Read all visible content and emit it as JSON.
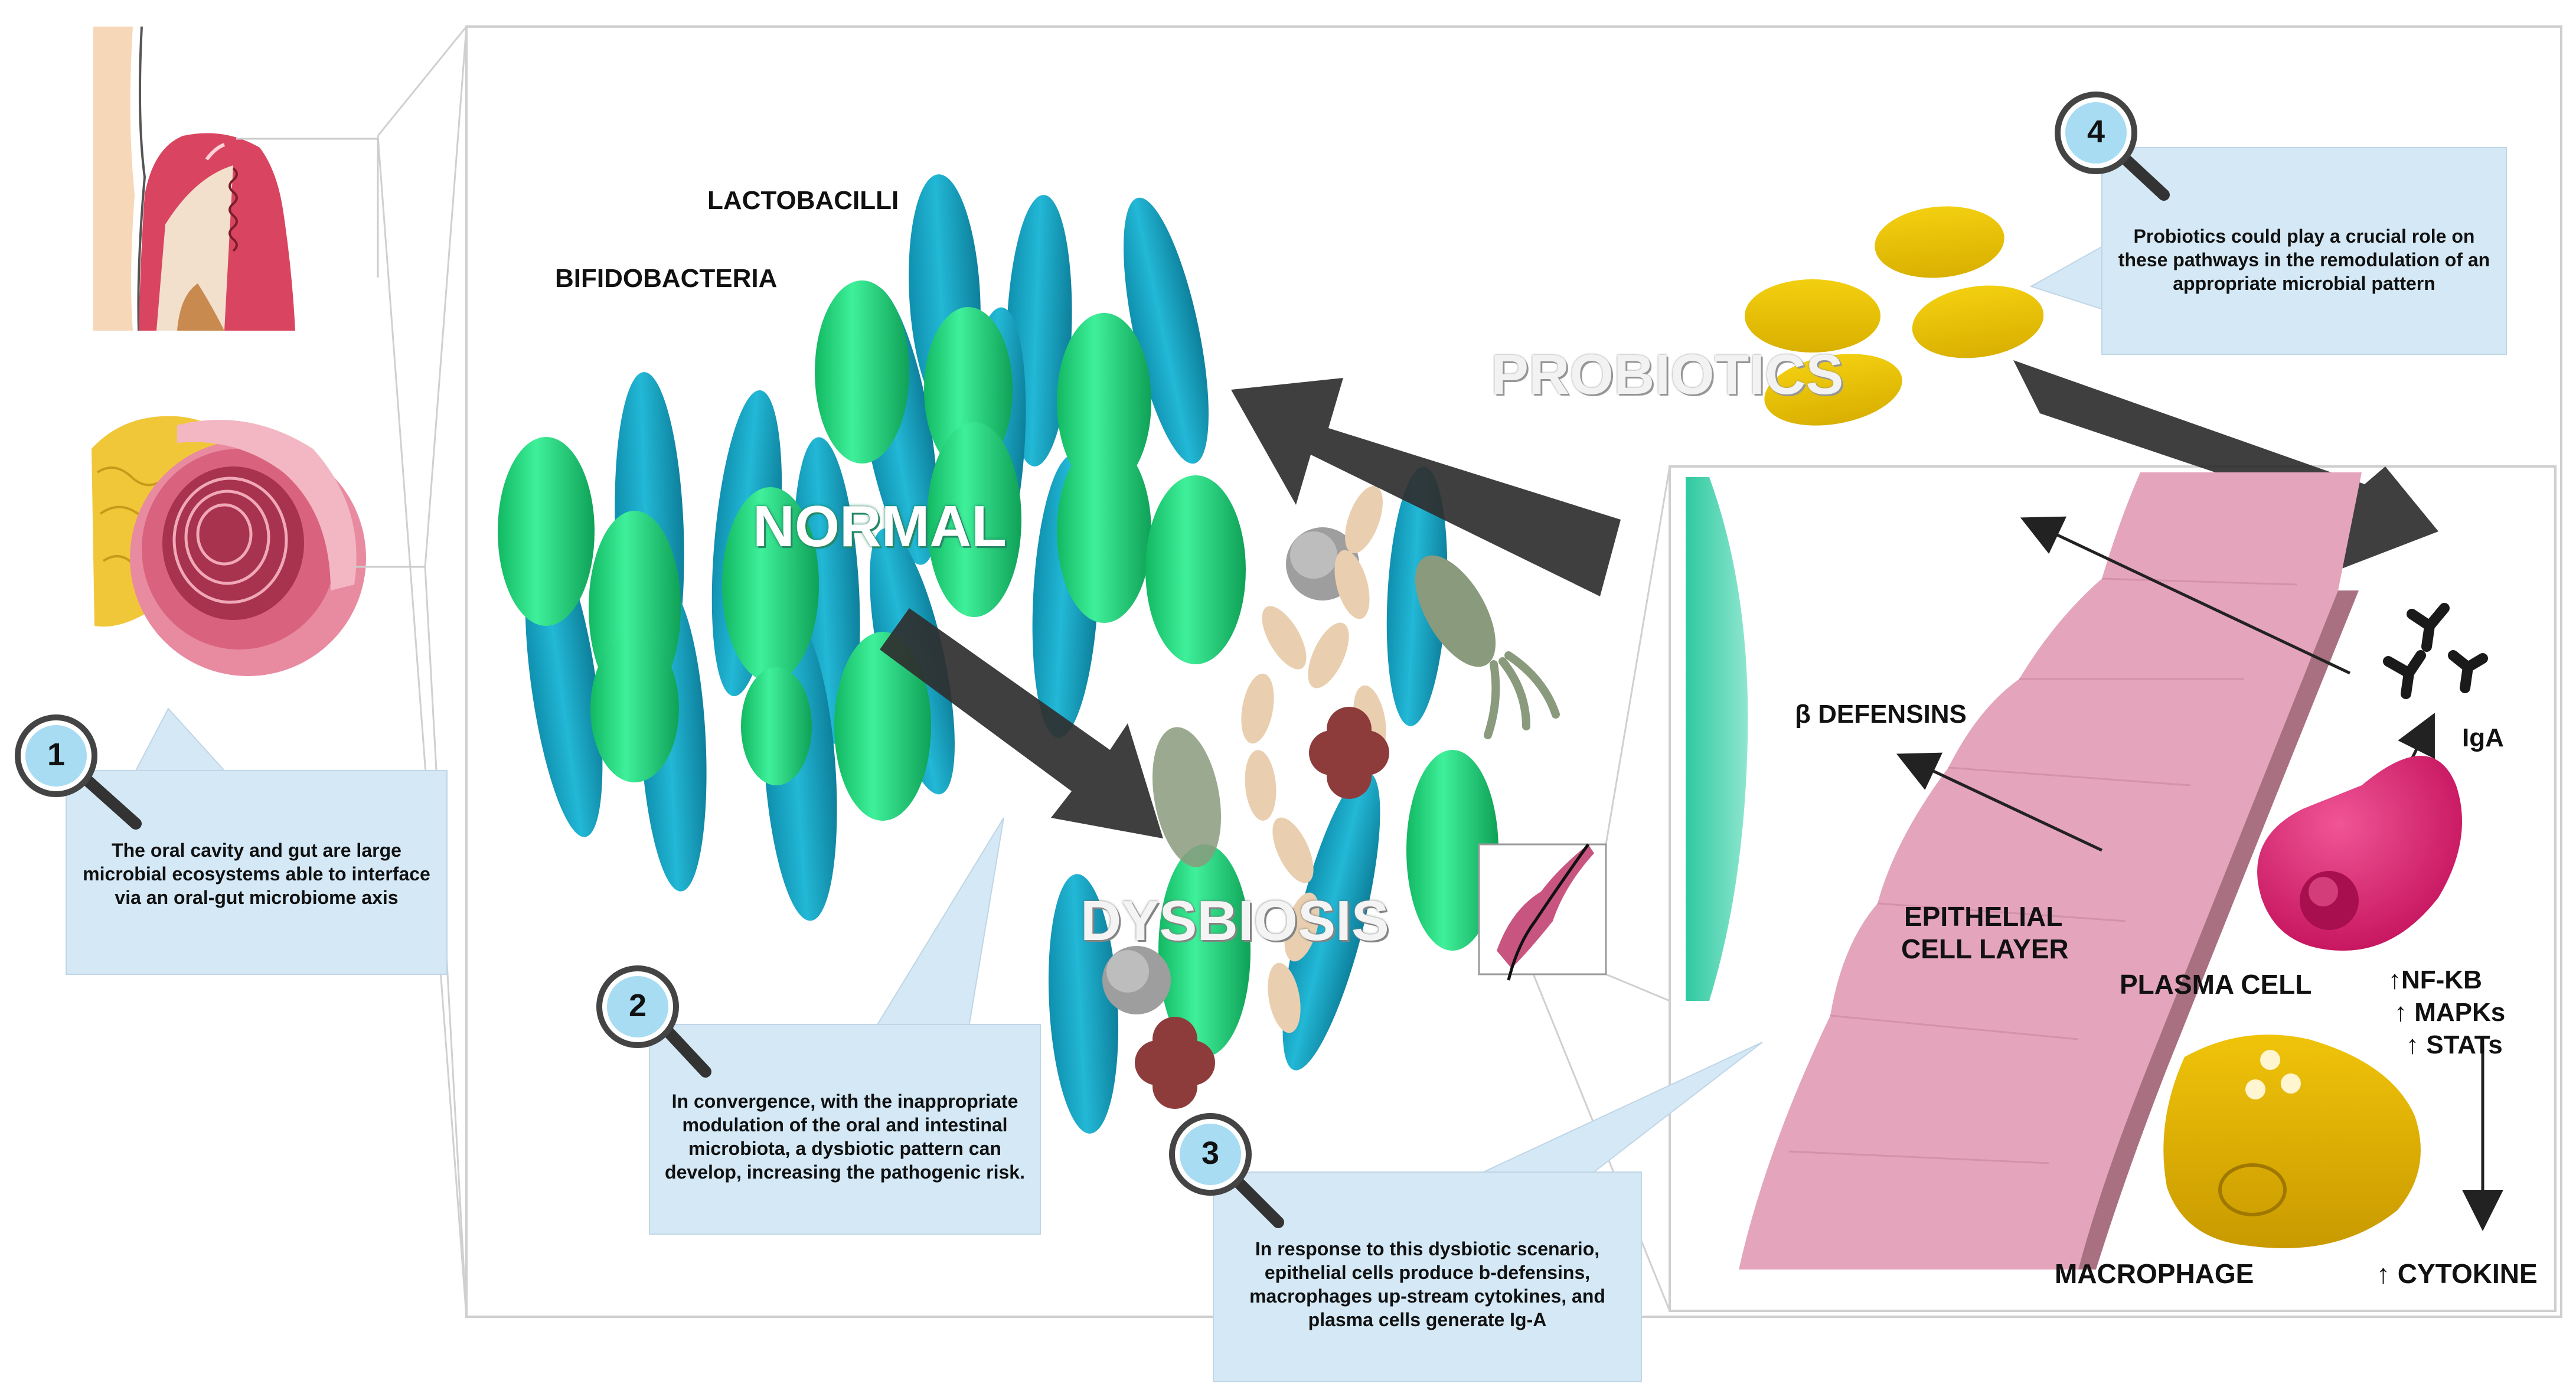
{
  "labels": {
    "lactobacilli": "LACTOBACILLI",
    "bifidobacteria": "BIFIDOBACTERIA",
    "normal": "NORMAL",
    "dysbiosis": "DYSBIOSIS",
    "probiotics": "PROBIOTICS",
    "beta_defensins": "β DEFENSINS",
    "epithelial_line1": "EPITHELIAL",
    "epithelial_line2": "CELL LAYER",
    "plasma_cell": "PLASMA CELL",
    "iga": "IgA",
    "macrophage": "MACROPHAGE",
    "nfkb": "↑NF-KB",
    "mapks": "↑ MAPKs",
    "stats": "↑ STATs",
    "cytokine": "↑ CYTOKINE"
  },
  "callouts": [
    {
      "number": "1",
      "lines": [
        "The oral cavity and gut are large",
        "microbial ecosystems able to interface",
        "via an oral-gut microbiome axis"
      ]
    },
    {
      "number": "2",
      "lines": [
        "In convergence, with the inappropriate",
        "modulation of the oral and intestinal",
        "microbiota, a dysbiotic pattern can",
        "develop, increasing the pathogenic risk."
      ]
    },
    {
      "number": "3",
      "lines": [
        "In response to this dysbiotic scenario,",
        "epithelial cells produce b-defensins,",
        "macrophages up-stream cytokines, and",
        "plasma cells generate Ig-A"
      ]
    },
    {
      "number": "4",
      "lines": [
        "Probiotics could play a crucial role on",
        "these pathways in the remodulation of an",
        "appropriate microbial pattern"
      ]
    }
  ],
  "colors": {
    "lactobacilli": "#1aa7c4",
    "bifidobacteria": "#1fd97a",
    "probiotic": "#e8c000",
    "callout_bg": "#d4e8f5",
    "epithelium": "#e2a0b8",
    "plasma_cell": "#d81b6a",
    "macrophage": "#e0b000",
    "arrow": "#2f2f2f"
  }
}
